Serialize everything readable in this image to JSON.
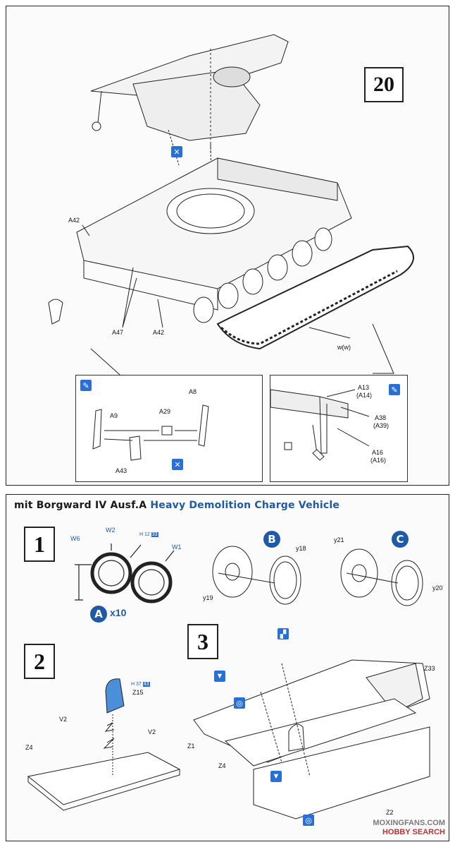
{
  "top": {
    "step": "20",
    "labels": {
      "a42a": "A42",
      "a47": "A47",
      "a42b": "A42",
      "track": "w(w)"
    },
    "detail_left": {
      "a8": "A8",
      "a9": "A9",
      "a29": "A29",
      "a43": "A43"
    },
    "detail_right": {
      "a13": "A13",
      "a14": "(A14)",
      "a38": "A38",
      "a39": "(A39)",
      "a16": "A16",
      "a16b": "(A16)"
    }
  },
  "bottom": {
    "title_black": "mit Borgward IV Ausf.A",
    "title_blue": "Heavy Demolition Charge Vehicle",
    "step1": {
      "number": "1",
      "w6": "W6",
      "w2": "W2",
      "w1": "W1",
      "color_code": "H 12",
      "color_num": "33",
      "sub": "A",
      "qty": "x10"
    },
    "sub_b": {
      "letter": "B",
      "y18": "y18",
      "y19": "y19"
    },
    "sub_c": {
      "letter": "C",
      "y21": "y21",
      "y20": "y20"
    },
    "step2": {
      "number": "2",
      "z15": "Z15",
      "v2a": "V2",
      "v2b": "V2",
      "z4": "Z4",
      "color_code": "H 37",
      "color_num": "43"
    },
    "step3": {
      "number": "3",
      "z33": "Z33",
      "z1": "Z1",
      "z4": "Z4",
      "z2": "Z2"
    }
  },
  "watermark": {
    "site": "MOXINGFANS.COM",
    "brand": "HOBBY SEARCH"
  },
  "colors": {
    "accent": "#1f5aa6",
    "icon": "#2a6fd6"
  }
}
